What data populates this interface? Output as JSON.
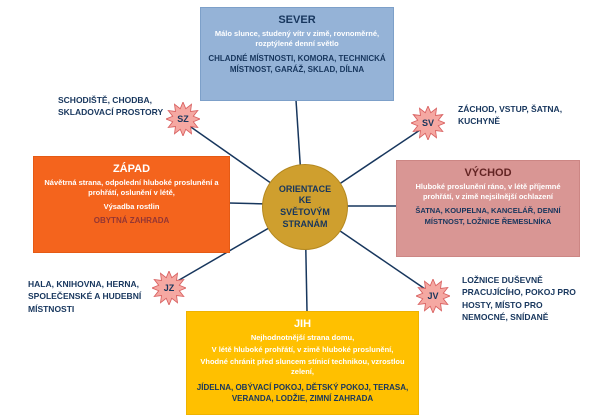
{
  "center": {
    "label": "ORIENTACE KE SVĚTOVÝM STRANÁM"
  },
  "north": {
    "title": "SEVER",
    "body": "Málo slunce, studený vítr v zimě, rovnoměrné, rozptýlené denní světlo",
    "rooms": "CHLADNÉ MÍSTNOSTI, KOMORA, TECHNICKÁ MÍSTNOST, GARÁŽ, SKLAD, DÍLNA"
  },
  "west": {
    "title": "ZÁPAD",
    "body": "Návětrná strana, odpolední hluboké proslunění a prohřátí, oslunění v létě,",
    "body2": "Výsadba rostlin",
    "rooms": "OBYTNÁ ZAHRADA"
  },
  "east": {
    "title": "VÝCHOD",
    "body": "Hluboké proslunění ráno, v létě příjemné prohřátí, v zimě nejsilnější ochlazení",
    "rooms": "ŠATNA, KOUPELNA, KANCELÁŘ, DENNÍ MÍSTNOST, LOŽNICE ŘEMESLNÍKA"
  },
  "south": {
    "title": "JIH",
    "body1": "Nejhodnotnější strana domu,",
    "body2": "V létě hluboké prohřátí, v zimě hluboké proslunění,",
    "body3": "Vhodné chránit před sluncem stínicí technikou, vzrostlou zelení,",
    "rooms": "JÍDELNA, OBÝVACÍ POKOJ, DĚTSKÝ POKOJ, TERASA, VERANDA, LODŽIE, ZIMNÍ ZAHRADA"
  },
  "corners": {
    "nw": {
      "label": "SZ",
      "text": "SCHODIŠTĚ, CHODBA, SKLADOVACÍ PROSTORY"
    },
    "ne": {
      "label": "SV",
      "text": "ZÁCHOD, VSTUP, ŠATNA, KUCHYNĚ"
    },
    "sw": {
      "label": "JZ",
      "text": "HALA, KNIHOVNA, HERNA, SPOLEČENSKÉ A HUDEBNÍ MÍSTNOSTI"
    },
    "se": {
      "label": "JV",
      "text": "LOŽNICE DUŠEVNĚ PRACUJÍCÍHO, POKOJ PRO HOSTY, MÍSTO PRO NEMOCNÉ, SNÍDANĚ"
    }
  },
  "colors": {
    "north_fill": "#95b3d7",
    "west_fill": "#f4641d",
    "east_fill": "#d99694",
    "south_fill": "#ffc000",
    "center_fill": "#cf9f2e",
    "navy_text": "#17365d",
    "sun_fill": "#f5a8a2",
    "sun_stroke": "#d85f5f",
    "line_color": "#17365d"
  }
}
